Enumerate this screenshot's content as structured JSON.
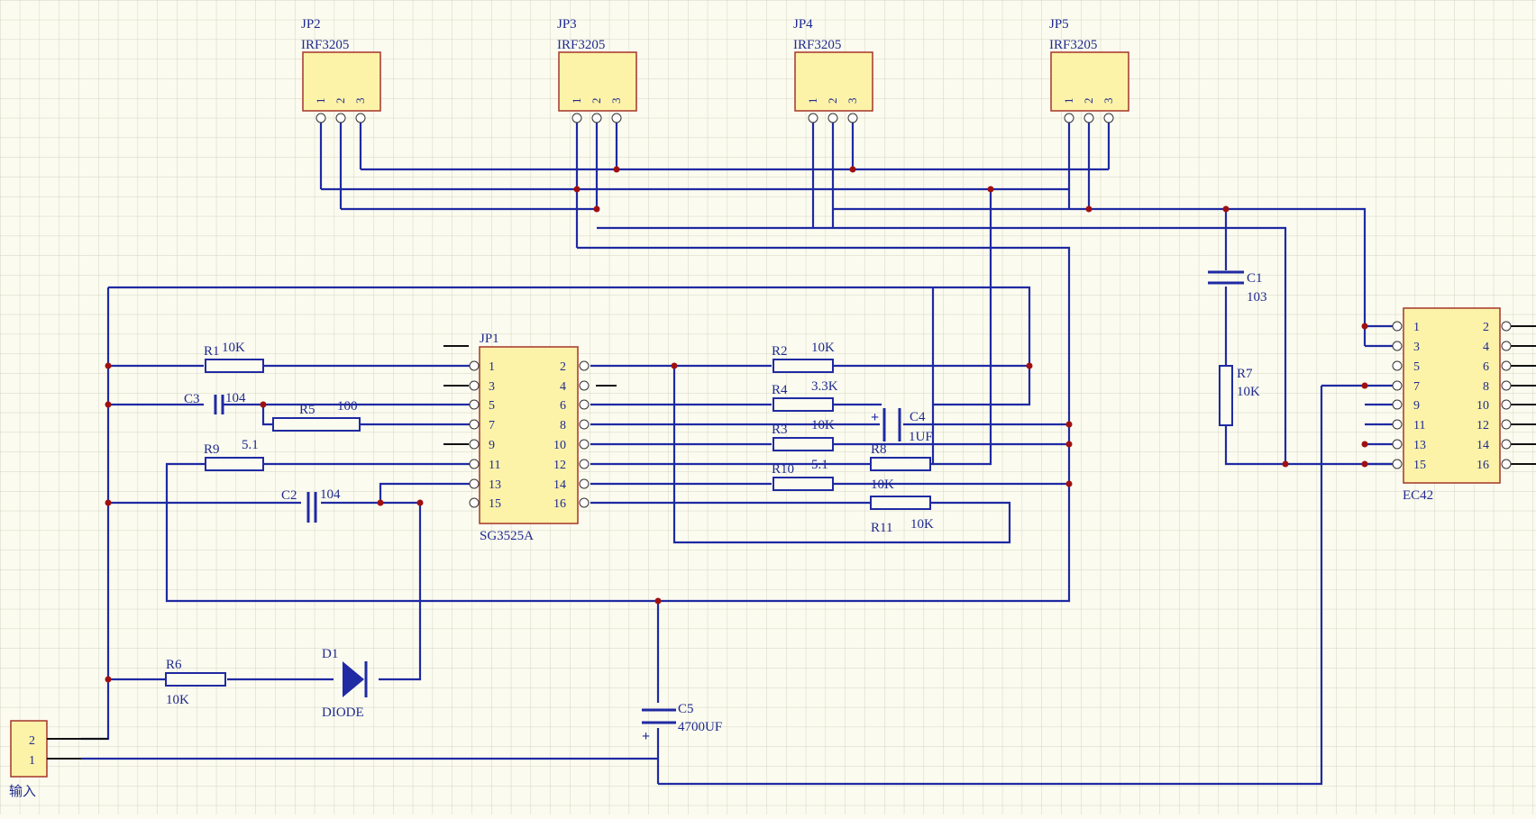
{
  "schematic": {
    "mosfets": [
      {
        "ref": "JP2",
        "value": "IRF3205",
        "pins": [
          "1",
          "2",
          "3"
        ]
      },
      {
        "ref": "JP3",
        "value": "IRF3205",
        "pins": [
          "1",
          "2",
          "3"
        ]
      },
      {
        "ref": "JP4",
        "value": "IRF3205",
        "pins": [
          "1",
          "2",
          "3"
        ]
      },
      {
        "ref": "JP5",
        "value": "IRF3205",
        "pins": [
          "1",
          "2",
          "3"
        ]
      }
    ],
    "ic": {
      "ref": "JP1",
      "part": "SG3525A",
      "left_pins": [
        "1",
        "3",
        "5",
        "7",
        "9",
        "11",
        "13",
        "15"
      ],
      "right_pins": [
        "2",
        "4",
        "6",
        "8",
        "10",
        "12",
        "14",
        "16"
      ]
    },
    "connector": {
      "ref": "EC42",
      "left_pins": [
        "1",
        "3",
        "5",
        "7",
        "9",
        "11",
        "13",
        "15"
      ],
      "right_pins": [
        "2",
        "4",
        "6",
        "8",
        "10",
        "12",
        "14",
        "16"
      ]
    },
    "input_connector": {
      "label": "输入",
      "pins": [
        "2",
        "1"
      ]
    },
    "resistors": [
      {
        "ref": "R1",
        "value": "10K"
      },
      {
        "ref": "R5",
        "value": "100"
      },
      {
        "ref": "R9",
        "value": "5.1"
      },
      {
        "ref": "R2",
        "value": "10K"
      },
      {
        "ref": "R4",
        "value": "3.3K"
      },
      {
        "ref": "R3",
        "value": "10K"
      },
      {
        "ref": "R10",
        "value": "5.1"
      },
      {
        "ref": "R8",
        "value": "10K"
      },
      {
        "ref": "R11",
        "value": "10K"
      },
      {
        "ref": "R6",
        "value": "10K"
      },
      {
        "ref": "R7",
        "value": "10K"
      }
    ],
    "capacitors": [
      {
        "ref": "C3",
        "value": "104"
      },
      {
        "ref": "C2",
        "value": "104"
      },
      {
        "ref": "C4",
        "value": "1UF"
      },
      {
        "ref": "C1",
        "value": "103"
      },
      {
        "ref": "C5",
        "value": "4700UF"
      }
    ],
    "diode": {
      "ref": "D1",
      "value": "DIODE"
    },
    "colors": {
      "background": "#fbfbef",
      "grid": "#d4d4c4",
      "wire": "#1f2aa3",
      "net": "#111111",
      "part_fill": "#fdf3a8",
      "part_stroke": "#a5352a",
      "label": "#1f2a8f",
      "junction": "#a01010"
    }
  }
}
